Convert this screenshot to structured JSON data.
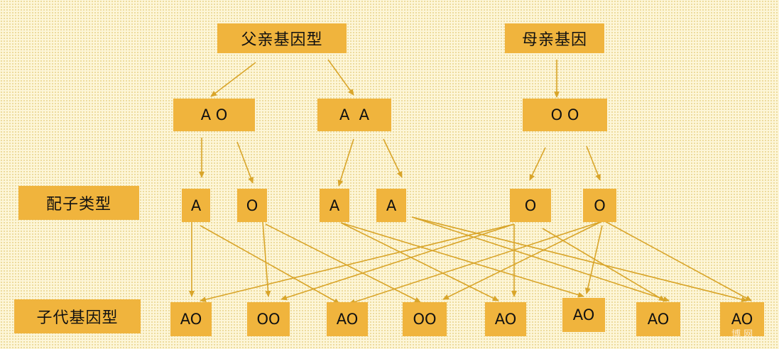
{
  "labels": {
    "father": "父亲基因型",
    "mother": "母亲基因",
    "gamete_row": "配子类型",
    "offspring_row": "子代基因型"
  },
  "parent_genotypes": [
    "A O",
    "A  A",
    "O O"
  ],
  "gametes": [
    "A",
    "O",
    "A",
    "A",
    "O",
    "O"
  ],
  "offspring": [
    "AO",
    "OO",
    "AO",
    "OO",
    "AO",
    "AO",
    "AO",
    "AO"
  ],
  "colors": {
    "box": "#f0b43d",
    "arrow": "#d9a52a",
    "background": "#fdf6d8"
  },
  "watermark": "博  网"
}
